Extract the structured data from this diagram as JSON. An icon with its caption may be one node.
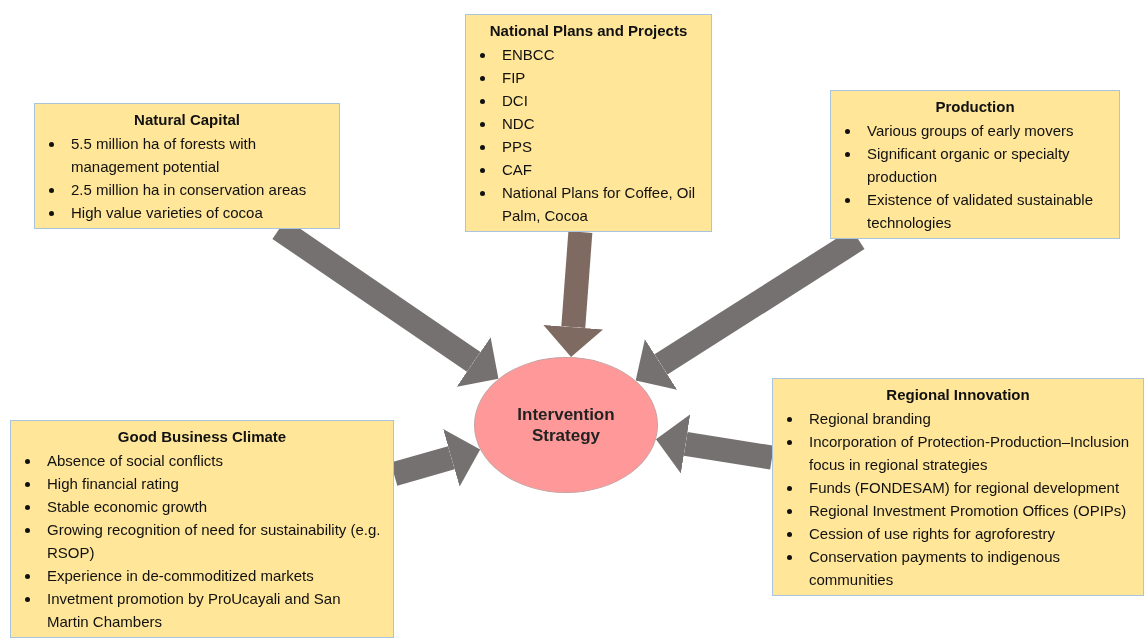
{
  "diagram": {
    "nodes": [
      {
        "text": [
          "Natural Capital",
          "5.5 million ha of forests with management potential",
          "2.5 million ha in conservation areas",
          "High value varieties of cocoa"
        ]
      },
      {
        "text": [
          "National Plans and Projects",
          "ENBCC",
          "FIP",
          "DCI",
          "NDC",
          "PPS",
          "CAF",
          "National Plans  for Coffee, Oil Palm, Cocoa"
        ]
      },
      {
        "text": [
          "Production",
          "Various groups of early movers",
          "Significant organic or specialty production",
          "Existence of validated sustainable technologies"
        ]
      },
      {
        "text": [
          "Intervention Strategy"
        ]
      },
      {
        "text": [
          "Good Business Climate",
          "Absence of social conflicts",
          "High financial rating",
          "Stable economic growth",
          "Growing recognition of need for sustainability (e.g. RSOP)",
          "Experience in de-commoditized markets",
          "Invetment promotion by ProUcayali and San Martin Chambers"
        ]
      },
      {
        "text": [
          "Regional Innovation",
          "Regional branding",
          "Incorporation of Protection-Production–Inclusion focus in regional strategies",
          "Funds (FONDESAM) for regional development",
          "Regional Investment Promotion Offices (OPIPs)",
          "Cession of use rights for agroforestry",
          "Conservation payments to indigenous communities"
        ]
      }
    ],
    "edges": [
      {
        "from": 0,
        "to": 3,
        "arrow": "to"
      },
      {
        "from": 1,
        "to": 3,
        "arrow": "to",
        "color": "#7f6a62"
      },
      {
        "from": 2,
        "to": 3,
        "arrow": "to"
      },
      {
        "from": 4,
        "to": 3,
        "arrow": "to"
      },
      {
        "from": 5,
        "to": 3,
        "arrow": "to"
      }
    ]
  }
}
